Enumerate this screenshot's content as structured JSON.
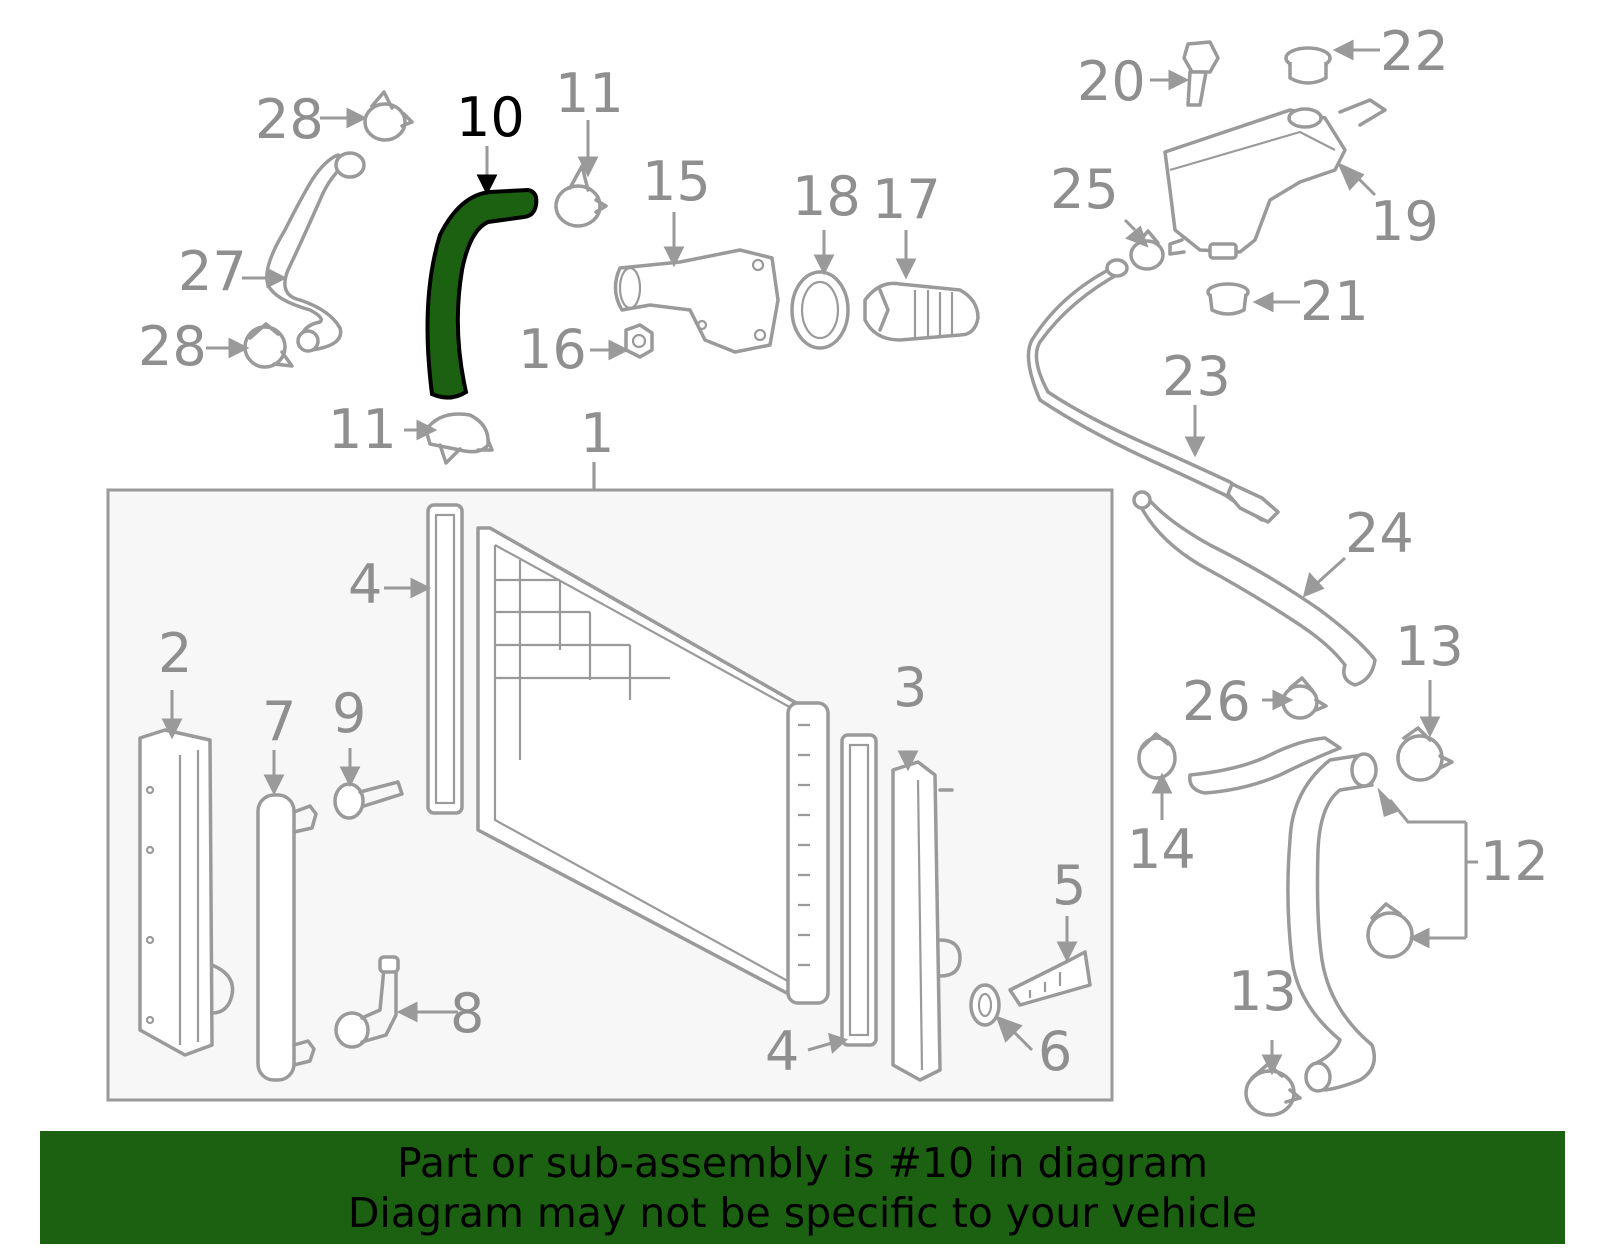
{
  "diagram": {
    "highlighted_part": "10",
    "highlight_color": "#1b6111",
    "part_color": "#9a9a9a",
    "callouts": [
      {
        "id": "c1",
        "label": "1"
      },
      {
        "id": "c2",
        "label": "2"
      },
      {
        "id": "c3",
        "label": "3"
      },
      {
        "id": "c4a",
        "label": "4"
      },
      {
        "id": "c4b",
        "label": "4"
      },
      {
        "id": "c5",
        "label": "5"
      },
      {
        "id": "c6",
        "label": "6"
      },
      {
        "id": "c7",
        "label": "7"
      },
      {
        "id": "c8",
        "label": "8"
      },
      {
        "id": "c9",
        "label": "9"
      },
      {
        "id": "c10",
        "label": "10"
      },
      {
        "id": "c11a",
        "label": "11"
      },
      {
        "id": "c11b",
        "label": "11"
      },
      {
        "id": "c12",
        "label": "12"
      },
      {
        "id": "c13a",
        "label": "13"
      },
      {
        "id": "c13b",
        "label": "13"
      },
      {
        "id": "c14",
        "label": "14"
      },
      {
        "id": "c15",
        "label": "15"
      },
      {
        "id": "c16",
        "label": "16"
      },
      {
        "id": "c17",
        "label": "17"
      },
      {
        "id": "c18",
        "label": "18"
      },
      {
        "id": "c19",
        "label": "19"
      },
      {
        "id": "c20",
        "label": "20"
      },
      {
        "id": "c21",
        "label": "21"
      },
      {
        "id": "c22",
        "label": "22"
      },
      {
        "id": "c23",
        "label": "23"
      },
      {
        "id": "c24",
        "label": "24"
      },
      {
        "id": "c25",
        "label": "25"
      },
      {
        "id": "c26",
        "label": "26"
      },
      {
        "id": "c27",
        "label": "27"
      },
      {
        "id": "c28a",
        "label": "28"
      },
      {
        "id": "c28b",
        "label": "28"
      }
    ]
  },
  "banner": {
    "line1": "Part or sub-assembly is #10 in diagram",
    "line2": "Diagram may not be specific to your vehicle",
    "background": "#1b6111"
  }
}
